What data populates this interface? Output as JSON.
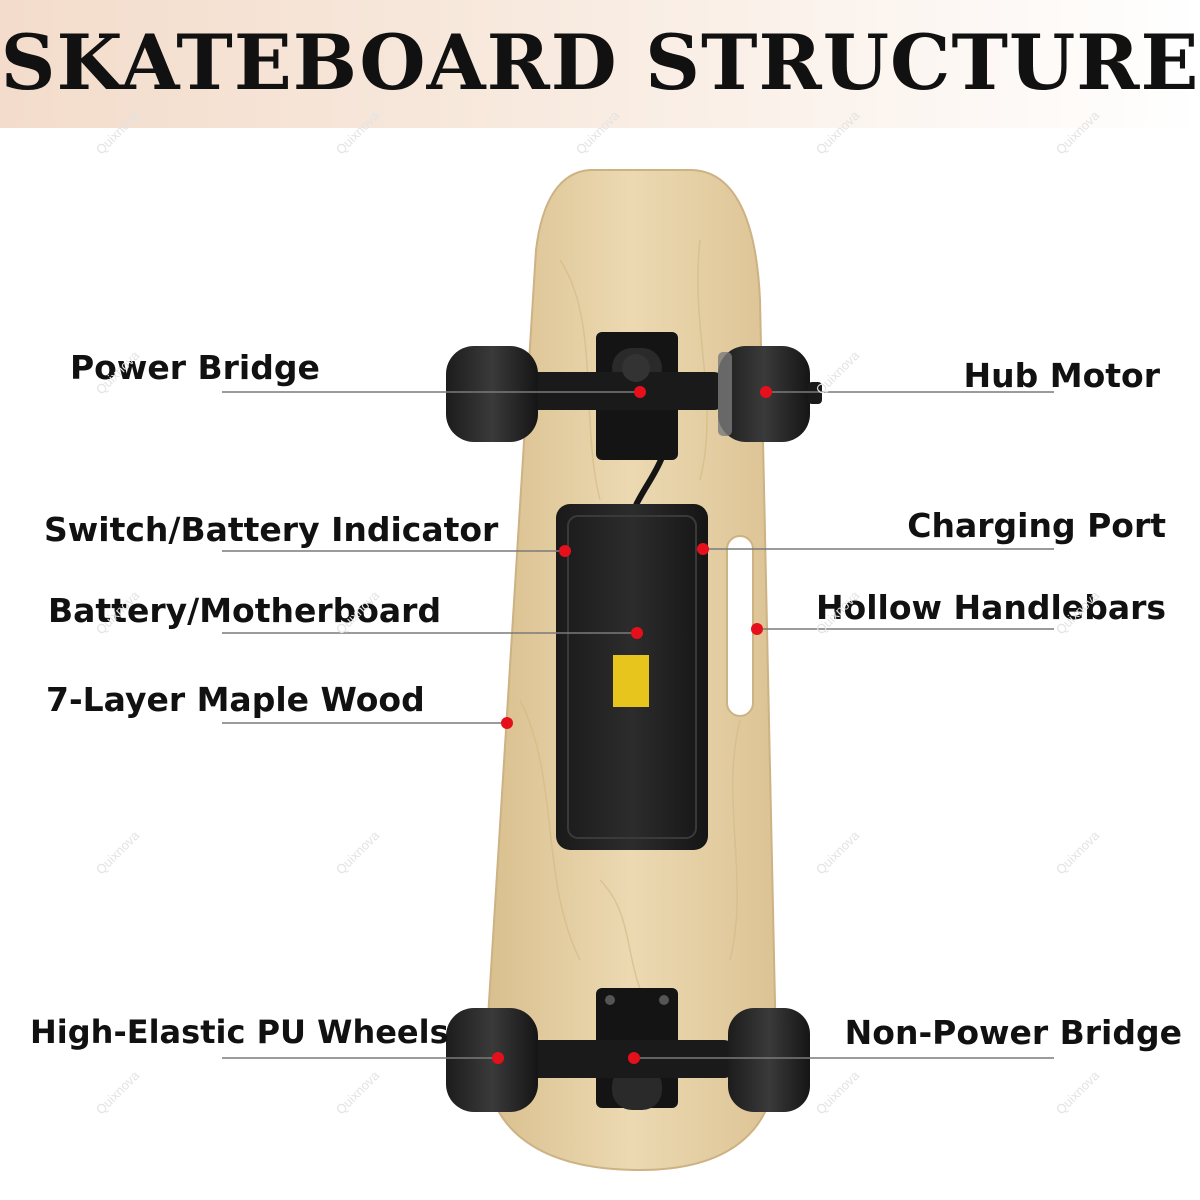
{
  "title": "SKATEBOARD STRUCTURE",
  "watermark": "Quixnova",
  "colors": {
    "deck": "#e7d2a8",
    "hardware": "#111111",
    "marker": "#e5101b",
    "leader": "#7a7a7a",
    "header_start": "#f3dccb"
  },
  "labels": {
    "power_bridge": "Power Bridge",
    "hub_motor": "Hub Motor",
    "switch_battery_indicator": "Switch/Battery Indicator",
    "charging_port": "Charging Port",
    "battery_motherboard": "Battery/Motherboard",
    "hollow_handlebars": "Hollow Handlebars",
    "maple_wood": "7-Layer Maple Wood",
    "pu_wheels": "High-Elastic PU Wheels",
    "non_power_bridge": "Non-Power Bridge"
  }
}
